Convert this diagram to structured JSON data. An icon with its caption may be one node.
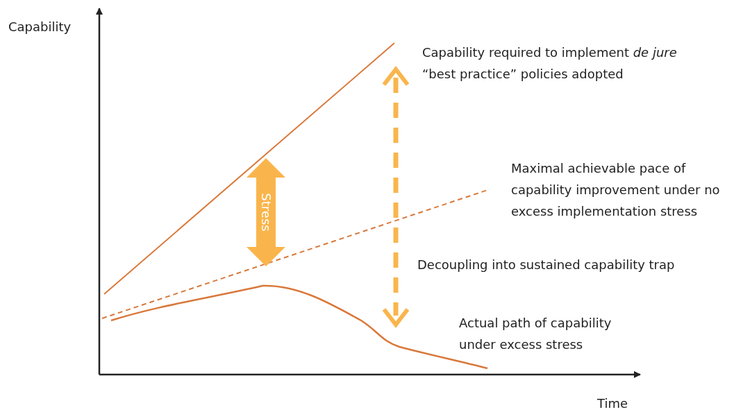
{
  "diagram": {
    "nodes": [
      {
        "text": [
          "Stress"
        ]
      }
    ],
    "labels": [
      "Capability",
      "Capability required to implement *de jure* “best practice” policies adopted",
      "Maximal achievable pace of capability improvement under no excess implementation stress",
      "Decoupling into sustained capability trap",
      "Actual path of capability under excess stress",
      "Time"
    ]
  }
}
